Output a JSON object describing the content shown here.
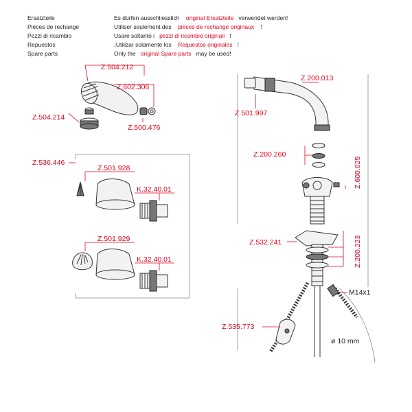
{
  "header": {
    "languages": [
      "Ersatzteile",
      "Pièces de rechange",
      "Pezzi di ricambio",
      "Repuestos",
      "Spare parts"
    ],
    "lines": [
      {
        "pre": "Es dürfen ausschliesslich",
        "red": "original Ersatzteile",
        "post": "verwendet werden!"
      },
      {
        "pre": "Utiliser seulement des",
        "red": "pièces de rechange originaux",
        "post": "!"
      },
      {
        "pre": "Usare soltanto i",
        "red": "pezzi di ricambio originali",
        "post": "!"
      },
      {
        "pre": "¡Utilizar solamente los",
        "red": "Requestos originales",
        "post": "!"
      },
      {
        "pre": "Only the",
        "red": "original Spare parts",
        "post": "may be used!"
      }
    ]
  },
  "parts": {
    "z504212": "Z.504.212",
    "z602306": "Z.602.306",
    "z504214": "Z.504.214",
    "z500476": "Z.500.476",
    "z536446": "Z.536.446",
    "z501928": "Z.501.928",
    "k3240a": "K.32.40.01",
    "z501929": "Z.501.929",
    "k3240b": "K.32.40.01",
    "z200013": "Z.200.013",
    "z501997": "Z.501.997",
    "z200260": "Z.200.260",
    "z600025": "Z.600.025",
    "z532241": "Z.532.241",
    "z200223": "Z.200.223",
    "m14": "M14x1",
    "z535773": "Z.535.773",
    "dia": "ø 10 mm"
  },
  "colors": {
    "accent": "#e2001a",
    "text": "#222222"
  }
}
